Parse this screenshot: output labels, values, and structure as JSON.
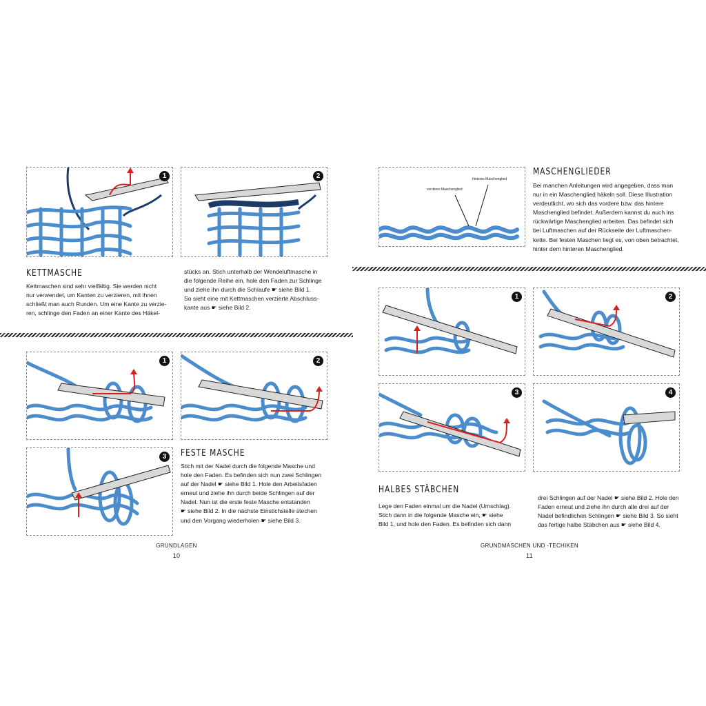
{
  "left": {
    "kettmasche": {
      "heading": "KETTMASCHE",
      "col1": "Kettmaschen sind sehr vielfältig. Sie werden nicht\nnur verwendet, um Kanten zu verzieren, mit ihnen\nschließt man auch Runden. Um eine Kante zu verzie-\nren, schlinge den Faden an einer Kante des Häkel-",
      "col2": "stücks an. Stich unterhalb der Wendeluftmasche in\ndie folgende Reihe ein, hole den Faden zur Schlinge\nund ziehe ihn durch die Schlaufe ☛ siehe Bild 1.\nSo sieht eine mit Kettmaschen verzierte Abschluss-\nkante aus ☛ siehe Bild 2.",
      "steps": [
        "1",
        "2"
      ]
    },
    "feste_masche": {
      "heading": "FESTE MASCHE",
      "text": "Stich mit der Nadel durch die folgende Masche und\nhole den Faden. Es befinden sich nun zwei Schlingen\nauf der Nadel ☛ siehe Bild 1. Hole den Arbeitsfaden\nerneut und ziehe ihn durch beide Schlingen auf der\nNadel. Nun ist die erste feste Masche entstanden\n☛ siehe Bild 2. In die nächste Einstichstelle stechen\nund den Vorgang wiederholen ☛ siehe Bild 3.",
      "steps": [
        "1",
        "2",
        "3"
      ]
    },
    "footer": {
      "section": "GRUNDLAGEN",
      "page": "10"
    }
  },
  "right": {
    "maschenglieder": {
      "heading": "MASCHENGLIEDER",
      "text": "Bei manchen Anleitungen wird angegeben, dass man\nnur in ein Maschenglied häkeln soll. Diese Illustration\nverdeutlicht, wo sich das vordere bzw. das hintere\nMaschenglied befindet. Außerdem kannst du auch ins\nrückwärtige Maschenglied arbeiten. Das befindet sich\nbei Luftmaschen auf der Rückseite der Luftmaschen-\nkette. Bei festen Maschen liegt es, von oben betrachtet,\nhinter dem hinteren Maschenglied.",
      "label_back": "hinteres Maschenglied",
      "label_front": "vorderes Maschenglied"
    },
    "halbes_staebchen": {
      "heading": "HALBES STÄBCHEN",
      "col1": "Lege den Faden einmal um die Nadel (Umschlag).\nStich dann in die folgende Masche ein, ☛ siehe\nBild 1, und hole den Faden. Es befinden sich dann",
      "col2": "drei Schlingen auf der Nadel ☛ siehe Bild 2. Hole den\nFaden erneut und ziehe ihn durch alle drei auf der\nNadel befindlichen Schlingen ☛ siehe Bild 3. So sieht\ndas fertige halbe Stäbchen aus ☛ siehe Bild 4.",
      "steps": [
        "1",
        "2",
        "3",
        "4"
      ]
    },
    "footer": {
      "section": "GRUNDMASCHEN UND -TECHIKEN",
      "page": "11"
    }
  },
  "colors": {
    "yarn": "#4a8ccc",
    "yarn_dark": "#1e3a66",
    "arrow": "#d92020",
    "hook": "#d8d8d8"
  }
}
